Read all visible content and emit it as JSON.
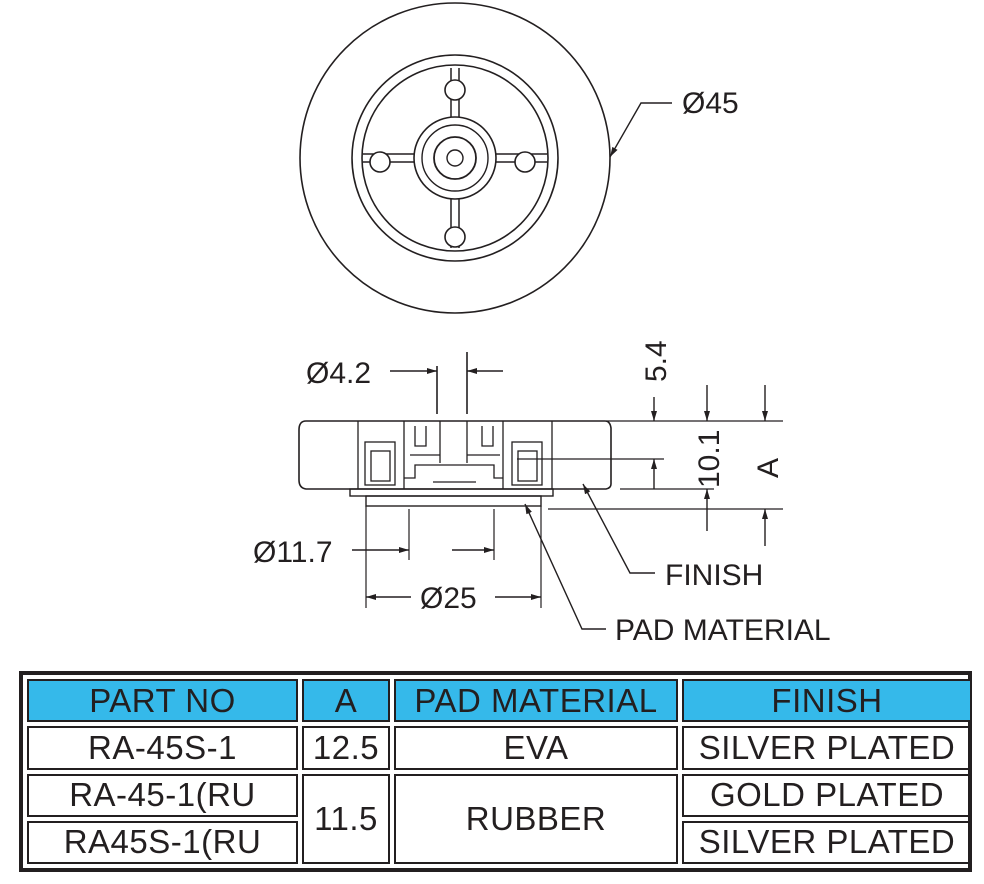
{
  "drawing": {
    "dimensions": {
      "outer_diameter": "Ø45",
      "stem_diameter": "Ø4.2",
      "stem_height": "5.4",
      "body_height": "10.1",
      "total_height": "A",
      "hub_diameter": "Ø11.7",
      "pad_diameter": "Ø25"
    },
    "callouts": {
      "finish": "FINISH",
      "pad_material": "PAD MATERIAL"
    }
  },
  "table": {
    "headers": [
      "PART NO",
      "A",
      "PAD MATERIAL",
      "FINISH"
    ],
    "rows": [
      {
        "part_no": "RA-45S-1",
        "a": "12.5",
        "pad_material": "EVA",
        "finish": "SILVER PLATED"
      },
      {
        "part_no": "RA-45-1(RU",
        "a": "11.5",
        "pad_material": "RUBBER",
        "finish": "GOLD PLATED"
      },
      {
        "part_no": "RA45S-1(RU",
        "finish": "SILVER PLATED"
      }
    ],
    "colors": {
      "header_fill": "#35b9ea",
      "line": "#231f20"
    }
  }
}
